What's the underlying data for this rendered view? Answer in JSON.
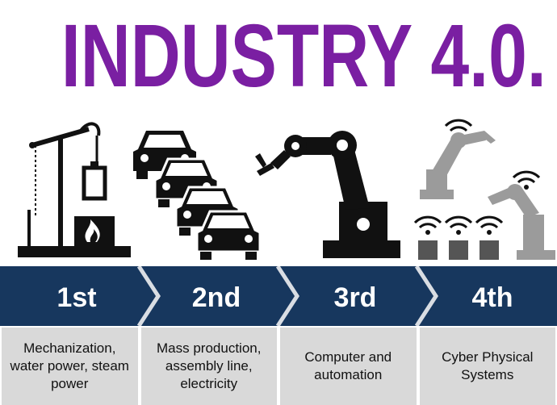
{
  "title": "INDUSTRY 4.0.",
  "colors": {
    "title": "#7a1fa2",
    "banner": "#17375e",
    "chevron": "#d9dde3",
    "label_bg": "#d9d9d9",
    "icon_black": "#111111",
    "icon_grey": "#9b9b9b"
  },
  "stages": [
    {
      "name": "1st",
      "description": "Mechanization,\nwater power, steam\npower",
      "icon": "steam-engine-icon"
    },
    {
      "name": "2nd",
      "description": "Mass production,\nassembly line,\nelectricity",
      "icon": "cars-assembly-icon"
    },
    {
      "name": "3rd",
      "description": "Computer and\nautomation",
      "icon": "robot-arm-icon"
    },
    {
      "name": "4th",
      "description": "Cyber Physical\nSystems",
      "icon": "connected-robots-icon"
    }
  ]
}
